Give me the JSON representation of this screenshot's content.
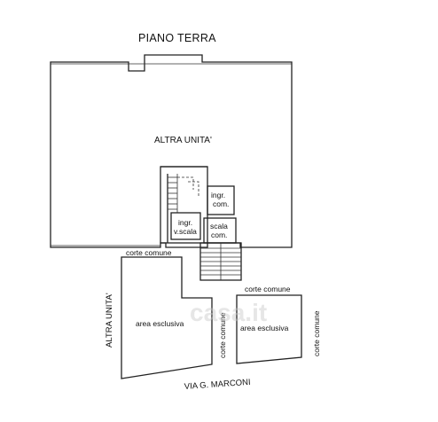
{
  "plan": {
    "title": "PIANO TERRA",
    "labels": {
      "altra_unita_top": "ALTRA UNITA'",
      "ingr_com_1": "ingr.",
      "ingr_com_2": "com.",
      "ingr_vscala_1": "ingr.",
      "ingr_vscala_2": "v.scala",
      "scala_com_1": "scala",
      "scala_com_2": "com.",
      "corte_comune_top": "corte comune",
      "corte_comune_mid": "corte comune",
      "corte_comune_vert_left": "corte comune",
      "corte_comune_vert_right": "corte comune",
      "altra_unita_left": "ALTRA UNITA'",
      "area_esclusiva_left": "area esclusiva",
      "area_esclusiva_right": "area esclusiva",
      "street": "VIA G. MARCONI"
    },
    "watermark": "casa.it"
  }
}
